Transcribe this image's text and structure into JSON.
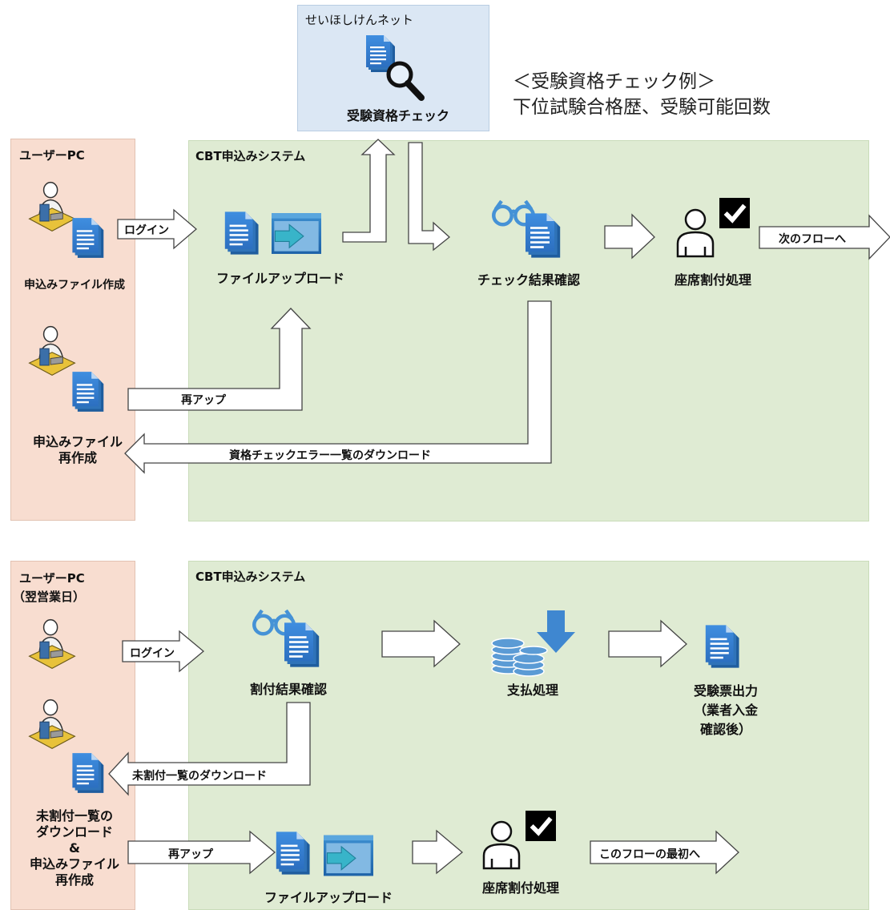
{
  "external": {
    "title": "せいほしけんネット",
    "check_label": "受験資格チェック"
  },
  "note": {
    "heading": "＜受験資格チェック例＞",
    "text": "下位試験合格歴、受験可能回数"
  },
  "top": {
    "user_title": "ユーザーPC",
    "system_title": "CBT申込みシステム",
    "create_file": "申込みファイル作成",
    "recreate_file_1": "申込みファイル",
    "recreate_file_2": "再作成",
    "login_arrow": "ログイン",
    "upload": "ファイルアップロード",
    "check_result": "チェック結果確認",
    "seat_assign": "座席割付処理",
    "next_flow": "次のフローへ",
    "reupload": "再アップ",
    "error_download": "資格チェックエラー一覧のダウンロード"
  },
  "bottom": {
    "user_title_1": "ユーザーPC",
    "user_title_2": "（翌営業日）",
    "system_title": "CBT申込みシステム",
    "login_arrow": "ログイン",
    "assign_result": "割付結果確認",
    "payment": "支払処理",
    "ticket_1": "受験票出力",
    "ticket_2": "（業者入金",
    "ticket_3": "確認後）",
    "unassigned_download": "未割付一覧のダウンロード",
    "user_note_1": "未割付一覧の",
    "user_note_2": "ダウンロード",
    "user_note_3": "&",
    "user_note_4": "申込みファイル",
    "user_note_5": "再作成",
    "reupload": "再アップ",
    "upload": "ファイルアップロード",
    "seat_assign": "座席割付処理",
    "back_to_start": "このフローの最初へ"
  }
}
